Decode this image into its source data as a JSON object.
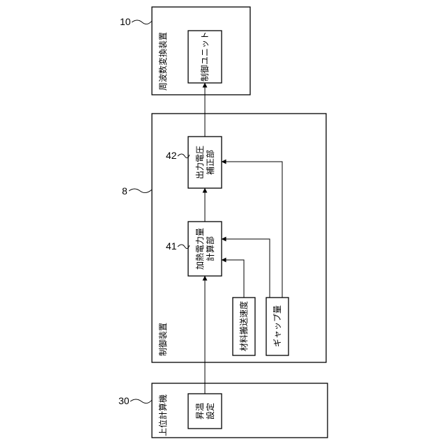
{
  "refs": {
    "frequency_converter": "10",
    "control_device": "8",
    "host_computer": "30",
    "power_calc": "41",
    "voltage_correction": "42"
  },
  "frequency_converter": {
    "title": "周波数変換装置",
    "control_unit": "制御ユニット"
  },
  "control_device": {
    "title": "制御装置",
    "voltage_correction": [
      "出力電圧",
      "補正部"
    ],
    "power_calc": [
      "加熱電力量",
      "計算部"
    ],
    "conveying_speed": "材料搬送速度",
    "gap": "ギャップ量"
  },
  "host_computer": {
    "title": "上位計算機",
    "temp_setting": [
      "昇温",
      "設定"
    ]
  }
}
